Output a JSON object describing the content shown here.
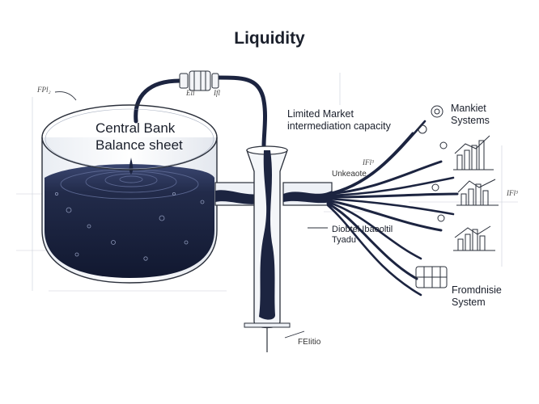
{
  "title": "Liquidity",
  "labels": {
    "central_bank_line1": "Central Bank",
    "central_bank_line2": "Balance sheet",
    "limited_market_line1": "Limited Market",
    "limited_market_line2": "intermediation capacity",
    "market_systems_line1": "Mankiet",
    "market_systems_line2": "Systems",
    "distributed_line1": "Diobtel Ibaooltil",
    "distributed_line2": "Tyadu",
    "financial_line1": "Fromdnisie",
    "financial_line2": "System",
    "pipe_note": "Unkeaote",
    "bottom_note": "FEIitio",
    "top_left_note": "FPl₂",
    "valve_note_1": "Ell",
    "valve_note_2": "Ifl",
    "right_note": "IFl³",
    "top_right_note": "IFl³"
  },
  "colors": {
    "liquid": "#1c2440",
    "liquid_highlight": "#3a4670",
    "line": "#2a2f3a",
    "paper": "#ffffff"
  }
}
